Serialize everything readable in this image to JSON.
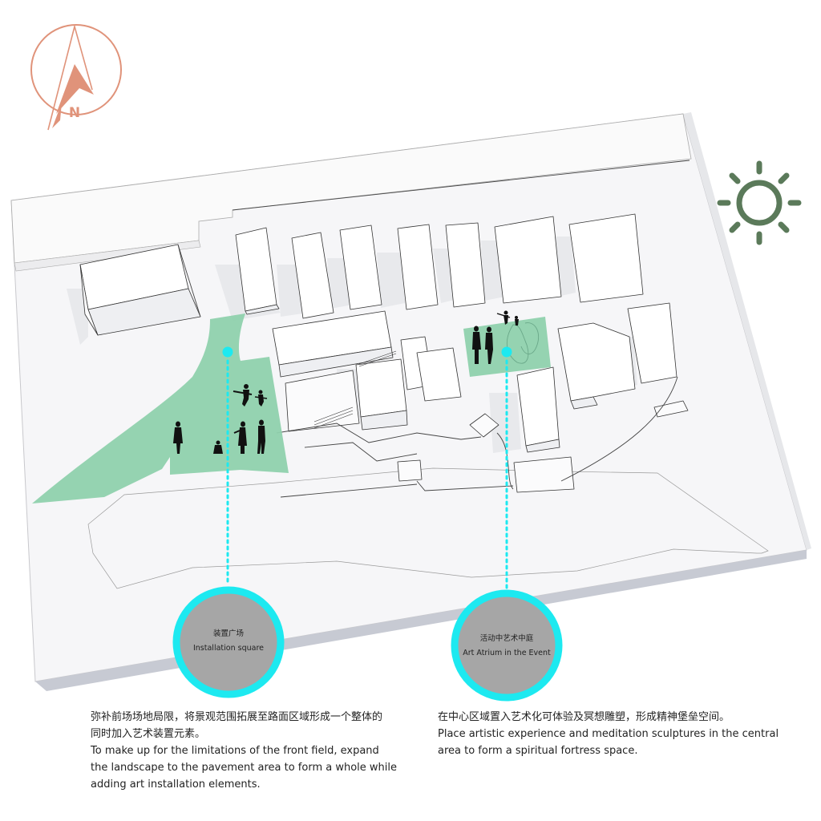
{
  "diagram": {
    "type": "axonometric site analysis",
    "compass": {
      "icon": "north-arrow-icon",
      "label": "N",
      "color": "#e0937a"
    },
    "sun": {
      "icon": "sun-icon",
      "color": "#5b7a5a"
    },
    "accent_color": "#1de9f0",
    "green_zone_color": "#8fd1ad",
    "callout_fill_color": "#a6a6a6"
  },
  "callouts": [
    {
      "id": "installation-square",
      "title_cn": "装置广场",
      "title_en": "Installation square",
      "description_cn": "弥补前场场地局限，将景观范围拓展至路面区域形成一个整体的同时加入艺术装置元素。",
      "description_cn_lines": [
        "弥补前场场地局限，将景观范围拓展至路面区域形成一个整体的",
        "同时加入艺术装置元素。"
      ],
      "description_en_lines": [
        "To make up for the limitations of the front field, expand",
        "the landscape to the pavement area to form a whole while",
        "adding art installation elements."
      ]
    },
    {
      "id": "art-atrium",
      "title_cn": "活动中艺术中庭",
      "title_en": "Art Atrium in the Event",
      "description_cn_lines": [
        "在中心区域置入艺术化可体验及冥想雕塑，形成精神堡垒空间。"
      ],
      "description_en_lines": [
        "Place artistic experience and meditation sculptures in the central",
        "area to form a spiritual fortress space."
      ]
    }
  ]
}
